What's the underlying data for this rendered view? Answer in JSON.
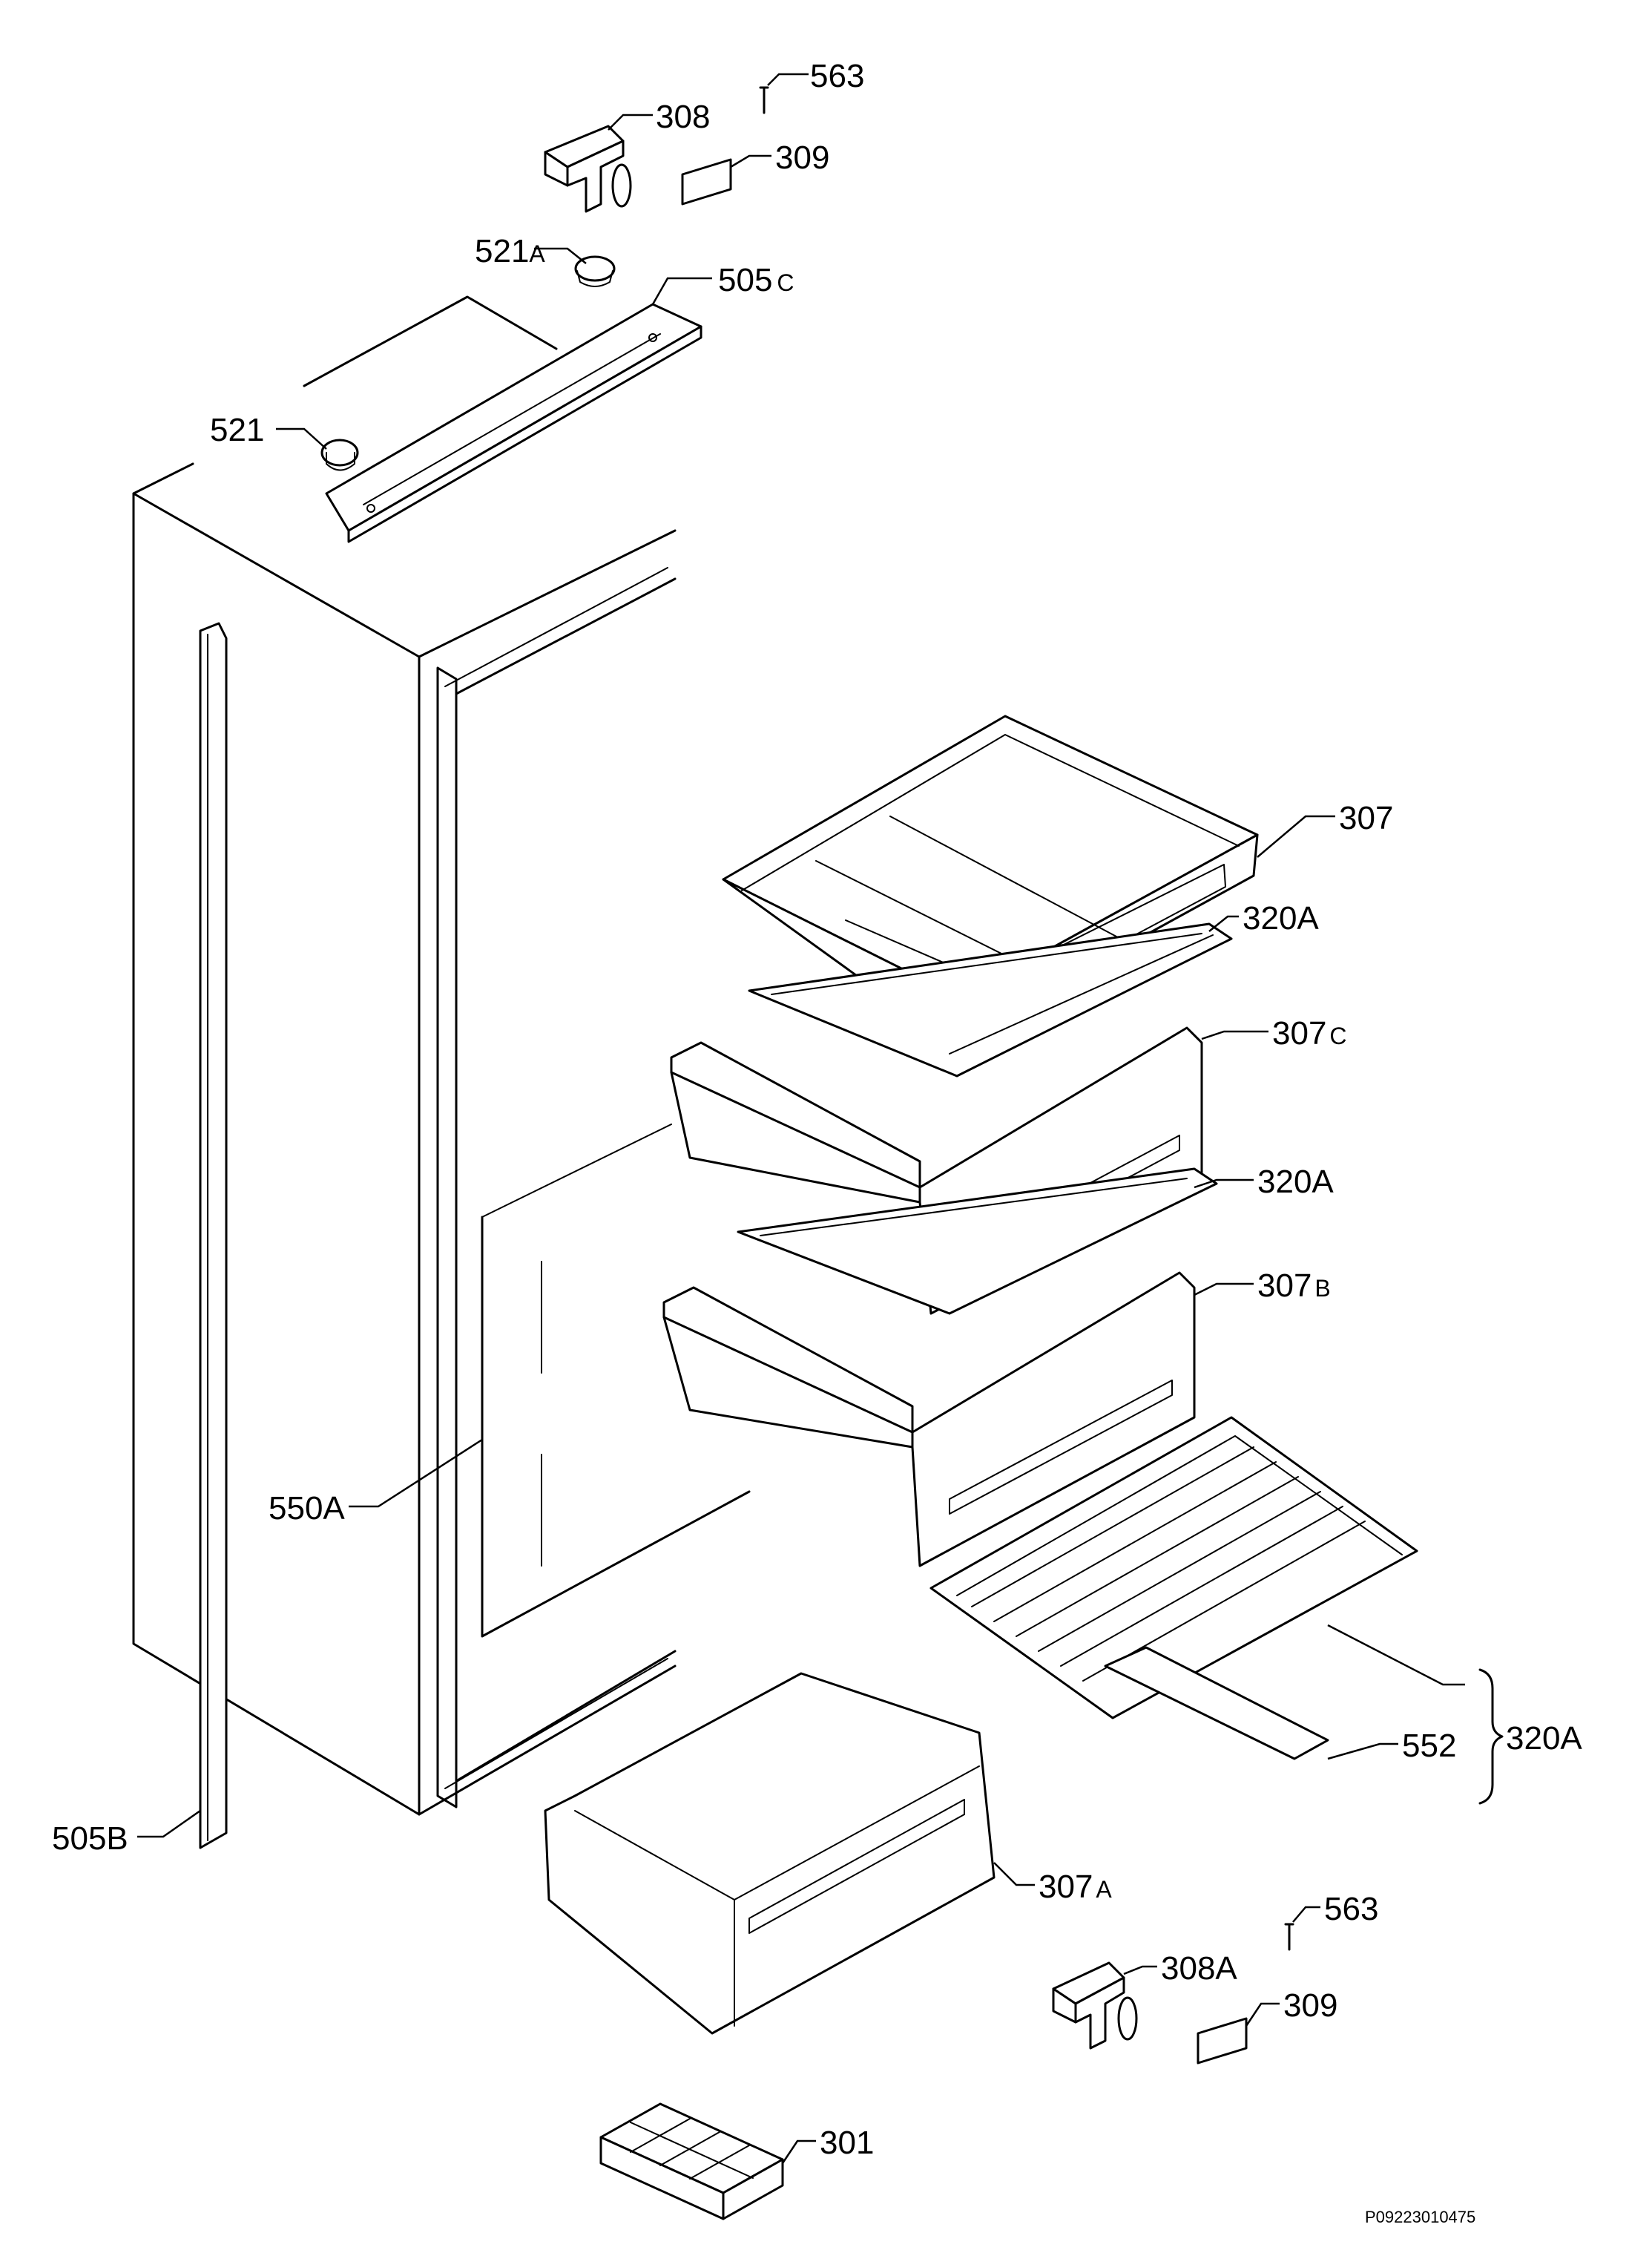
{
  "labels": {
    "l563_top": "563",
    "l308": "308",
    "l309_top": "309",
    "l521a_num": "521",
    "l521a_suf": "A",
    "l505c_num": "505",
    "l505c_suf": "C",
    "l521": "521",
    "l307": "307",
    "l320a_1": "320A",
    "l307c_num": "307",
    "l307c_suf": "C",
    "l320a_2": "320A",
    "l307b_num": "307",
    "l307b_suf": "B",
    "l550a": "550A",
    "l320a_3": "320A",
    "l552": "552",
    "l505b": "505B",
    "l307a_num": "307",
    "l307a_suf": "A",
    "l563_bot": "563",
    "l308a": "308A",
    "l309_bot": "309",
    "l301": "301"
  },
  "figure_code": "P09223010475"
}
